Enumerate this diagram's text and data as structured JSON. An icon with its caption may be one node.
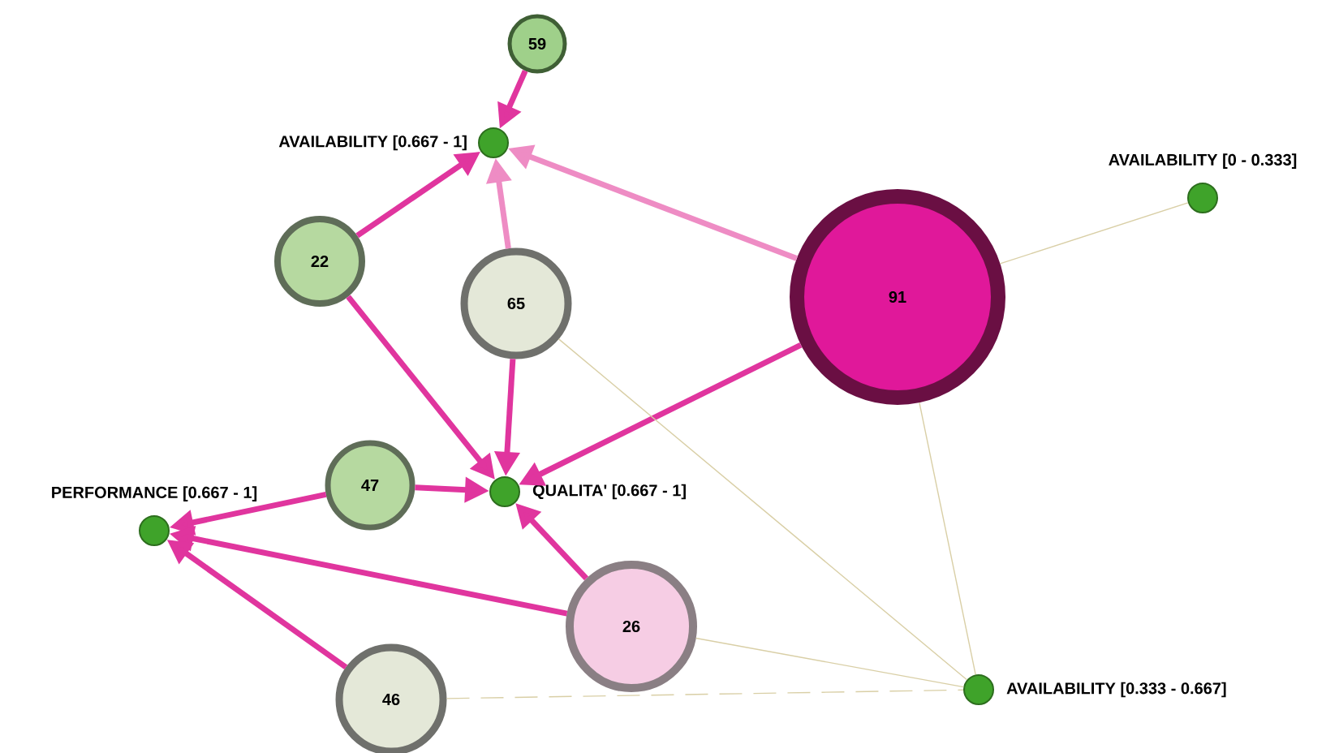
{
  "diagram": {
    "nodes": [
      {
        "text": [
          "59"
        ]
      },
      {
        "text": [
          "AVAILABILITY [0.667 - 1]"
        ]
      },
      {
        "text": [
          "AVAILABILITY [0 - 0.333]"
        ]
      },
      {
        "text": [
          "22"
        ]
      },
      {
        "text": [
          "65"
        ]
      },
      {
        "text": [
          "91"
        ]
      },
      {
        "text": [
          "47"
        ]
      },
      {
        "text": [
          "QUALITA' [0.667 - 1]"
        ]
      },
      {
        "text": [
          "PERFORMANCE [0.667 - 1]"
        ]
      },
      {
        "text": [
          "26"
        ]
      },
      {
        "text": [
          "46"
        ]
      },
      {
        "text": [
          "AVAILABILITY [0.333 - 0.667]"
        ]
      }
    ],
    "edges": [
      {
        "from": 0,
        "to": 1,
        "arrow": "to"
      },
      {
        "from": 3,
        "to": 1,
        "arrow": "to"
      },
      {
        "from": 4,
        "to": 1,
        "arrow": "to",
        "color": "#ee8cc4"
      },
      {
        "from": 5,
        "to": 1,
        "arrow": "to",
        "color": "#ee8cc4"
      },
      {
        "from": 5,
        "to": 2,
        "arrow": "none",
        "color": "#d9cfa6"
      },
      {
        "from": 3,
        "to": 7,
        "arrow": "to"
      },
      {
        "from": 4,
        "to": 7,
        "arrow": "to"
      },
      {
        "from": 5,
        "to": 7,
        "arrow": "to"
      },
      {
        "from": 6,
        "to": 7,
        "arrow": "to"
      },
      {
        "from": 6,
        "to": 8,
        "arrow": "to"
      },
      {
        "from": 9,
        "to": 7,
        "arrow": "to"
      },
      {
        "from": 9,
        "to": 8,
        "arrow": "to"
      },
      {
        "from": 10,
        "to": 8,
        "arrow": "to"
      },
      {
        "from": 4,
        "to": 11,
        "arrow": "none",
        "color": "#d9cfa6"
      },
      {
        "from": 5,
        "to": 11,
        "arrow": "none",
        "color": "#d9cfa6"
      },
      {
        "from": 9,
        "to": 11,
        "arrow": "none",
        "color": "#d9cfa6"
      },
      {
        "from": 10,
        "to": 11,
        "arrow": "none",
        "style": "dashed",
        "color": "#d9cfa6"
      }
    ]
  }
}
